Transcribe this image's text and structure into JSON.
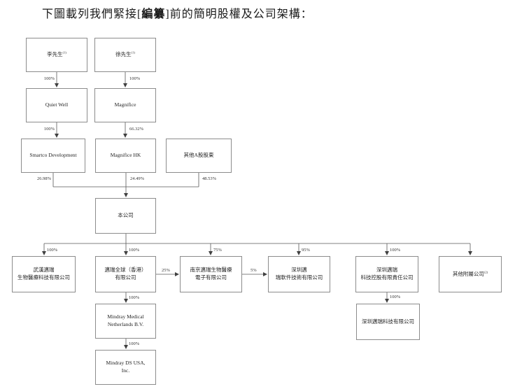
{
  "title": {
    "prefix": "下圖載列我們緊接[",
    "redacted": "編纂",
    "suffix": "]前的簡明股權及公司架構："
  },
  "nodes": {
    "mr_li": {
      "label": "李先生",
      "sup": "(1)"
    },
    "mr_xu": {
      "label": "徐先生",
      "sup": "(1)"
    },
    "quiet_well": {
      "label": "Quiet Well"
    },
    "magnifice": {
      "label": "Magnifice"
    },
    "smartco": {
      "label": "Smartco Development"
    },
    "magnifice_hk": {
      "label": "Magnifice HK"
    },
    "other_a_shareholders": {
      "label": "其他A股股東"
    },
    "company": {
      "label": "本公司"
    },
    "wuhan": {
      "label": "武漢邁瑞\n生物醫療科技有限公司"
    },
    "global_hk": {
      "label": "邁瑞全球（香港）\n有限公司"
    },
    "nanjing": {
      "label": "南京邁瑞生物醫療\n電子有限公司"
    },
    "sz_software": {
      "label": "深圳邁\n瑞軟件技術有限公司"
    },
    "sz_holding": {
      "label": "深圳邁瑞\n科技控股有限責任公司"
    },
    "other_subsidiaries": {
      "label": "其他附屬公司",
      "sup": "(2)"
    },
    "netherlands": {
      "label": "Mindray Medical\nNetherlands B.V."
    },
    "usa": {
      "label": "Mindray DS USA,\nInc."
    },
    "sz_tech": {
      "label": "深圳邁瑞科技有限公司"
    }
  },
  "percentages": {
    "li_to_quiet_well": "100%",
    "xu_to_magnifice": "100%",
    "quiet_well_to_smartco": "100%",
    "magnifice_to_magnifice_hk": "66.32%",
    "smartco_to_company": "26.98%",
    "magnifice_hk_to_company": "24.49%",
    "other_a_to_company": "48.53%",
    "company_to_wuhan": "100%",
    "company_to_global_hk": "100%",
    "company_to_nanjing": "75%",
    "company_to_sz_software": "95%",
    "company_to_sz_holding": "100%",
    "global_hk_to_nanjing": "25%",
    "nanjing_to_sz_software": "5%",
    "global_hk_to_netherlands": "100%",
    "netherlands_to_usa": "100%",
    "sz_holding_to_sz_tech": "100%"
  },
  "colors": {
    "line": "#595959",
    "box_border": "#8c8c8c",
    "text": "#262626"
  }
}
